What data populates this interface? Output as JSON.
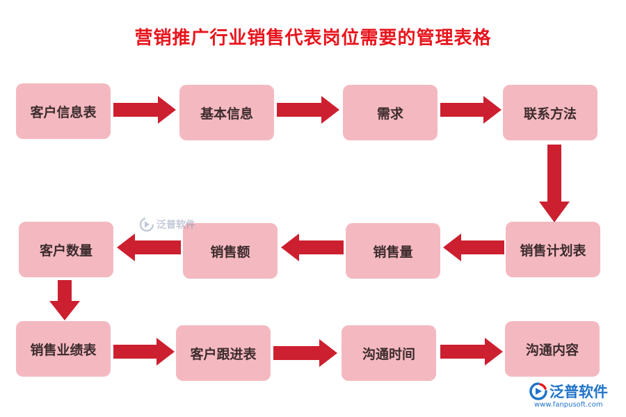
{
  "title": "营销推广行业销售代表岗位需要的管理表格",
  "colors": {
    "title": "#e8141c",
    "box": "#f4b9c0",
    "arrow": "#cc1f30",
    "brand": "#1f73c9"
  },
  "nodes": {
    "n1": "客户信息表",
    "n2": "基本信息",
    "n3": "需求",
    "n4": "联系方法",
    "n5": "销售计划表",
    "n6": "销售量",
    "n7": "销售额",
    "n8": "客户数量",
    "n9": "销售业绩表",
    "n10": "客户跟进表",
    "n11": "沟通时间",
    "n12": "沟通内容"
  },
  "watermark": {
    "name": "泛普软件"
  },
  "logo": {
    "name": "泛普软件",
    "url": "www.fanpusoft.com"
  }
}
